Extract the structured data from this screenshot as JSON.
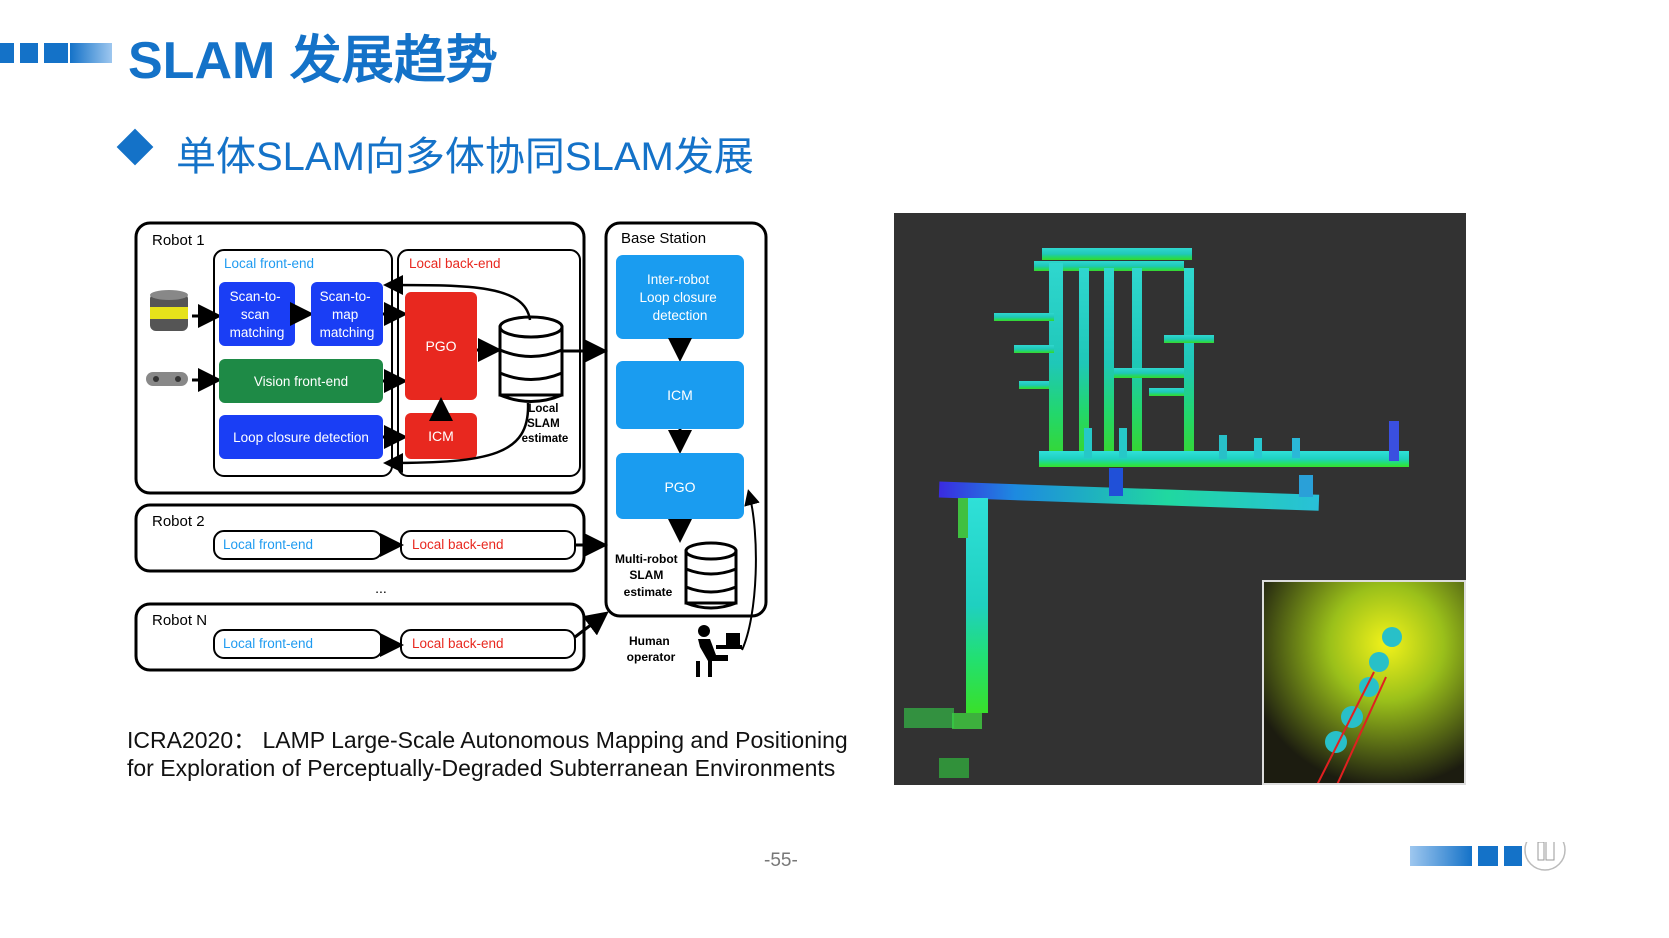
{
  "slide": {
    "title": "SLAM 发展趋势",
    "subtitle": "单体SLAM向多体协同SLAM发展",
    "citation_line1": "ICRA2020： LAMP Large-Scale Autonomous Mapping and Positioning",
    "citation_line2": "for Exploration of Perceptually-Degraded Subterranean Environments",
    "page_number": "-55-"
  },
  "diagram": {
    "robot1": {
      "label": "Robot 1",
      "frontend_label": "Local front-end",
      "backend_label": "Local back-end",
      "scan_to_scan": [
        "Scan-to-",
        "scan",
        "matching"
      ],
      "scan_to_map": [
        "Scan-to-",
        "map",
        "matching"
      ],
      "vision": "Vision front-end",
      "loop_closure": "Loop closure detection",
      "pgo": "PGO",
      "icm": "ICM",
      "local_estimate": [
        "Local",
        "SLAM",
        "estimate"
      ]
    },
    "robot2": {
      "label": "Robot 2",
      "frontend_label": "Local front-end",
      "backend_label": "Local back-end"
    },
    "ellipsis": "...",
    "robotN": {
      "label": "Robot N",
      "frontend_label": "Local front-end",
      "backend_label": "Local back-end"
    },
    "base_station": {
      "label": "Base Station",
      "inter_robot": [
        "Inter-robot",
        "Loop closure",
        "detection"
      ],
      "icm": "ICM",
      "pgo": "PGO",
      "multi_estimate": [
        "Multi-robot",
        "SLAM",
        "estimate"
      ]
    },
    "human": [
      "Human",
      "operator"
    ],
    "colors": {
      "blue_box": "#1a3ef5",
      "green_box": "#1e8a46",
      "red_box": "#e8281f",
      "station_box": "#1a9cf0",
      "frontend_text": "#1f9bf0",
      "backend_text": "#e8281f"
    }
  },
  "pointcloud": {
    "background": "#323232",
    "has_inset": true
  }
}
